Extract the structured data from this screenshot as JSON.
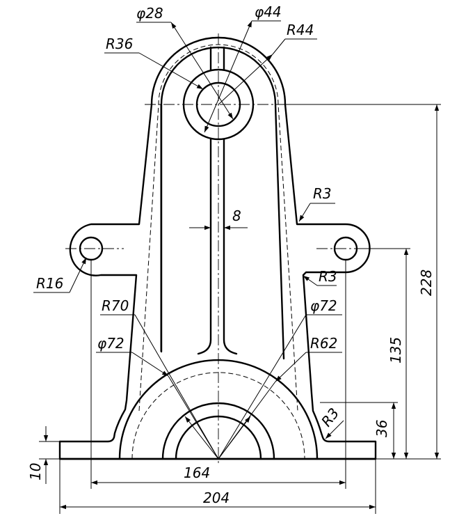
{
  "labels": {
    "phi28": "φ28",
    "phi44": "φ44",
    "r44": "R44",
    "r36": "R36",
    "r3_top": "R3",
    "width8": "8",
    "r3_mid": "R3",
    "r16": "R16",
    "r70": "R70",
    "phi72_right": "φ72",
    "phi72_left": "φ72",
    "r62": "R62",
    "h228": "228",
    "h135": "135",
    "h36": "36",
    "r3_base": "R3",
    "h10": "10",
    "w164": "164",
    "w204": "204"
  }
}
